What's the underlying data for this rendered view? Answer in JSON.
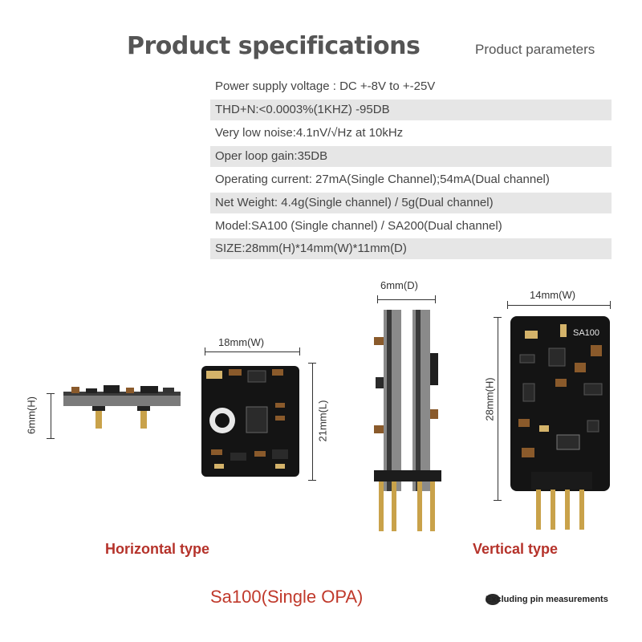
{
  "header": {
    "title": "Product specifications",
    "subtitle": "Product parameters"
  },
  "specs": [
    "Power supply voltage : DC +-8V to +-25V",
    "THD+N:<0.0003%(1KHZ) -95DB",
    "Very low noise:4.1nV/√Hz  at  10kHz",
    "Oper loop gain:35DB",
    "Operating current: 27mA(Single Channel);54mA(Dual channel)",
    "Net Weight: 4.4g(Single channel) /  5g(Dual channel)",
    "Model:SA100 (Single channel) / SA200(Dual channel)",
    "SIZE:28mm(H)*14mm(W)*11mm(D)"
  ],
  "dimensions": {
    "horizontal_height": "6mm(H)",
    "horizontal_width": "18mm(W)",
    "horizontal_length": "21mm(L)",
    "vertical_depth": "6mm(D)",
    "vertical_width": "14mm(W)",
    "vertical_height": "28mm(H)"
  },
  "board_marking": "SA100",
  "labels": {
    "horizontal_type": "Horizontal type",
    "vertical_type": "Vertical type",
    "model": "Sa100(Single OPA)",
    "note": "Excluding pin measurements"
  },
  "colors": {
    "title": "#555555",
    "accent_red": "#b5322a",
    "row_shade": "#e6e6e6",
    "pcb_black": "#141414",
    "pin_gold": "#c9a24a"
  }
}
